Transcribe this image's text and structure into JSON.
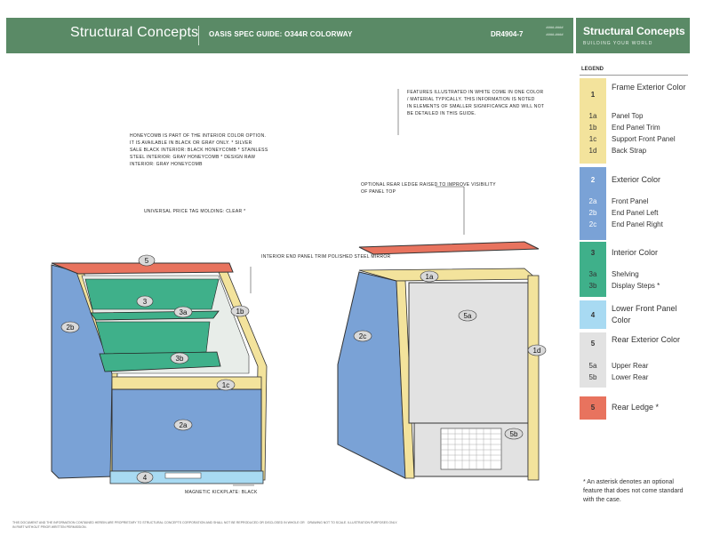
{
  "header": {
    "brand": "Structural Concepts",
    "guide_title": "OASIS SPEC GUIDE: O344R COLORWAY",
    "doc_number": "DR4904-7",
    "meta_line1": "####-####",
    "meta_line2": "####-####",
    "right_brand": "Structural Concepts",
    "right_tagline": "BUILDING YOUR WORLD"
  },
  "legend": {
    "title": "LEGEND",
    "groups": [
      {
        "code": "1",
        "label": "Frame Exterior Color",
        "color": "#f3e39c",
        "items": [
          {
            "code": "1a",
            "label": "Panel Top"
          },
          {
            "code": "1b",
            "label": "End Panel Trim"
          },
          {
            "code": "1c",
            "label": "Support Front Panel"
          },
          {
            "code": "1d",
            "label": "Back Strap"
          }
        ]
      },
      {
        "code": "2",
        "label": "Exterior Color",
        "color": "#7aa2d6",
        "items": [
          {
            "code": "2a",
            "label": "Front Panel"
          },
          {
            "code": "2b",
            "label": "End Panel Left"
          },
          {
            "code": "2c",
            "label": "End Panel Right"
          }
        ]
      },
      {
        "code": "3",
        "label": "Interior Color",
        "color": "#3fb08a",
        "items": [
          {
            "code": "3a",
            "label": "Shelving"
          },
          {
            "code": "3b",
            "label": "Display Steps *"
          }
        ]
      },
      {
        "code": "4",
        "label": "Lower Front Panel Color",
        "color": "#a8daf2",
        "items": []
      },
      {
        "code": "5",
        "label": "Rear Exterior Color",
        "color": "#e2e2e2",
        "items": [
          {
            "code": "5a",
            "label": "Upper Rear"
          },
          {
            "code": "5b",
            "label": "Lower Rear"
          }
        ]
      },
      {
        "code": "5",
        "label": "Rear Ledge *",
        "color": "#e8735e",
        "items": []
      }
    ],
    "note": "* An asterisk denotes an optional feature that does not come standard with the case."
  },
  "annotations": {
    "white_features": "FEATURES ILLUSTRATED IN WHITE COME IN ONE COLOR / MATERIAL TYPICALLY. THIS INFORMATION IS NOTED IN ELEMENTS OF SMALLER SIGNIFICANCE AND WILL NOT BE DETAILED IN THIS GUIDE.",
    "honeycomb": "HONEYCOMB IS PART OF THE INTERIOR COLOR OPTION. IT IS AVAILABLE IN BLACK OR GRAY ONLY. * SILVER SALE BLACK INTERIOR: BLACK HONEYCOMB * STAINLESS STEEL INTERIOR: GRAY HONEYCOMB * DESIGN RAW INTERIOR: GRAY HONEYCOMB",
    "price_tag": "UNIVERSAL PRICE TAG MOLDING: CLEAR *",
    "mirror": "INTERIOR END PANEL TRIM POLISHED STEEL MIRROR",
    "rear_ledge": "OPTIONAL REAR LEDGE RAISED TO IMPROVE VISIBILITY OF PANEL TOP",
    "kickplate": "MAGNETIC KICKPLATE: BLACK"
  },
  "callouts": {
    "c5": "5",
    "c3": "3",
    "c3a": "3a",
    "c1b": "1b",
    "c2b": "2b",
    "c3b": "3b",
    "c1c": "1c",
    "c2a": "2a",
    "c4": "4",
    "c1a": "1a",
    "c5a": "5a",
    "c2c": "2c",
    "c1d": "1d",
    "c5b": "5b"
  },
  "footer": {
    "left": "THIS DOCUMENT AND THE INFORMATION CONTAINED HEREIN ARE PROPRIETARY TO STRUCTURAL CONCEPTS CORPORATION AND SHALL NOT BE REPRODUCED OR DISCLOSED IN WHOLE OR IN PART WITHOUT PRIOR WRITTEN PERMISSION.",
    "right": "DRAWING NOT TO SCALE. ILLUSTRATION PURPOSES ONLY."
  }
}
